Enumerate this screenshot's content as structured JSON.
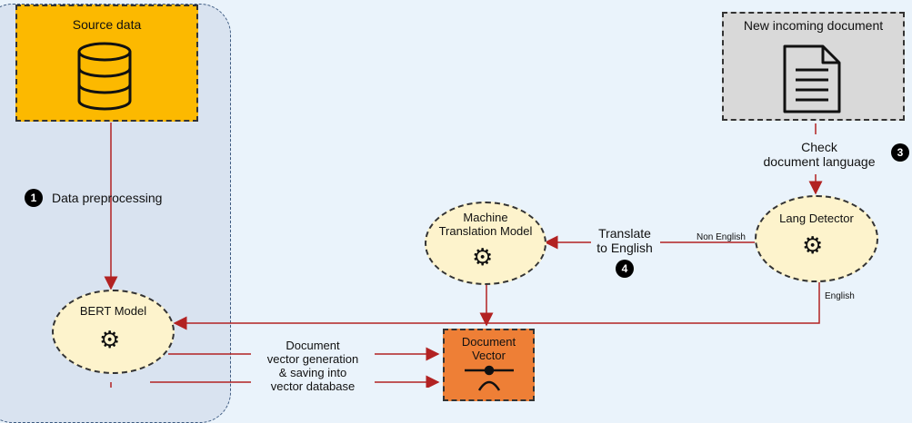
{
  "nodes": {
    "source_data": "Source data",
    "new_document": "New incoming document",
    "bert_model": "BERT Model",
    "lang_detector": "Lang Detector",
    "mt_model_line1": "Machine",
    "mt_model_line2": "Translation  Model",
    "doc_vector_line1": "Document",
    "doc_vector_line2": "Vector"
  },
  "steps": {
    "step1": {
      "number": "1",
      "label": "Data preprocessing"
    },
    "step3": {
      "number": "3",
      "label_line1": "Check",
      "label_line2": "document language"
    },
    "step4": {
      "number": "4",
      "label_line1": "Translate",
      "label_line2": "to English"
    }
  },
  "edges": {
    "non_english": "Non English",
    "english": "English",
    "vector_gen_line1": "Document",
    "vector_gen_line2": "vector generation",
    "vector_gen_line3": "& saving into",
    "vector_gen_line4": "vector database"
  },
  "colors": {
    "arrow": "#b22222",
    "source_fill": "#fcb900",
    "doc_fill": "#d9d9d9",
    "vector_fill": "#ee7f36",
    "model_fill": "#fdf3cc"
  }
}
